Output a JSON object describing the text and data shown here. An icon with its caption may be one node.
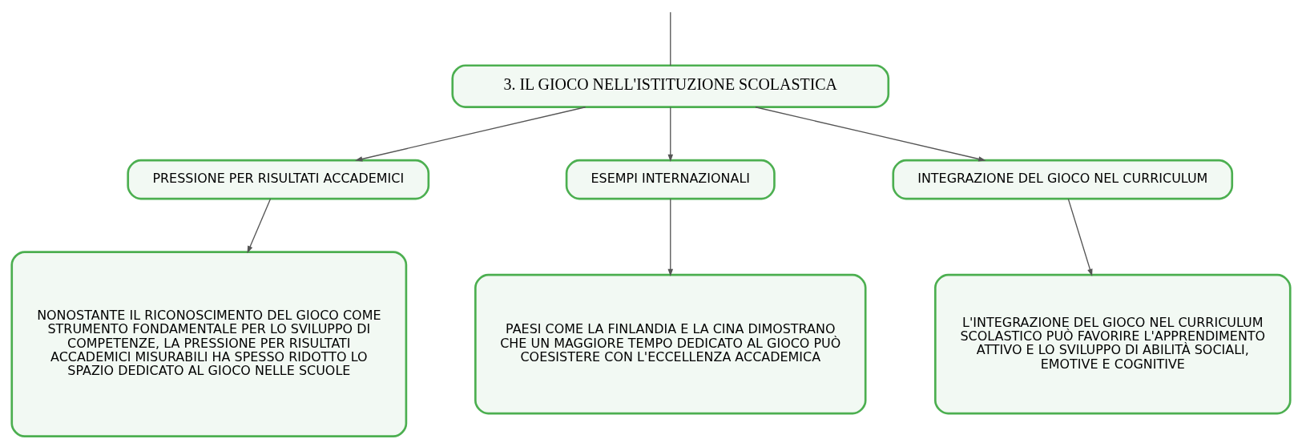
{
  "diagram": {
    "nodes": [
      {
        "text": [
          "3. IL GIOCO NELL'ISTITUZIONE SCOLASTICA"
        ]
      },
      {
        "text": [
          "PRESSIONE PER RISULTATI ACCADEMICI"
        ]
      },
      {
        "text": [
          "ESEMPI INTERNAZIONALI"
        ]
      },
      {
        "text": [
          "INTEGRAZIONE DEL GIOCO NEL CURRICULUM"
        ]
      },
      {
        "text": [
          "NONOSTANTE IL RICONOSCIMENTO DEL GIOCO COME STRUMENTO FONDAMENTALE PER LO SVILUPPO DI COMPETENZE, LA PRESSIONE PER RISULTATI ACCADEMICI MISURABILI HA SPESSO RIDOTTO LO SPAZIO DEDICATO AL GIOCO NELLE SCUOLE"
        ]
      },
      {
        "text": [
          "PAESI COME LA FINLANDIA E LA CINA DIMOSTRANO CHE UN MAGGIORE TEMPO DEDICATO AL GIOCO PUÒ COESISTERE CON L'ECCELLENZA ACCADEMICA"
        ]
      },
      {
        "text": [
          "L'INTEGRAZIONE DEL GIOCO NEL CURRICULUM SCOLASTICO PUÒ FAVORIRE L'APPRENDIMENTO ATTIVO E LO SVILUPPO DI ABILITÀ SOCIALI, EMOTIVE E COGNITIVE"
        ]
      }
    ],
    "edges": [
      {
        "from": null,
        "to": 0,
        "arrow": "none"
      },
      {
        "from": 0,
        "to": 1,
        "arrow": "to"
      },
      {
        "from": 0,
        "to": 2,
        "arrow": "to"
      },
      {
        "from": 0,
        "to": 3,
        "arrow": "to"
      },
      {
        "from": 1,
        "to": 4,
        "arrow": "to"
      },
      {
        "from": 2,
        "to": 5,
        "arrow": "to"
      },
      {
        "from": 3,
        "to": 6,
        "arrow": "to"
      }
    ]
  }
}
